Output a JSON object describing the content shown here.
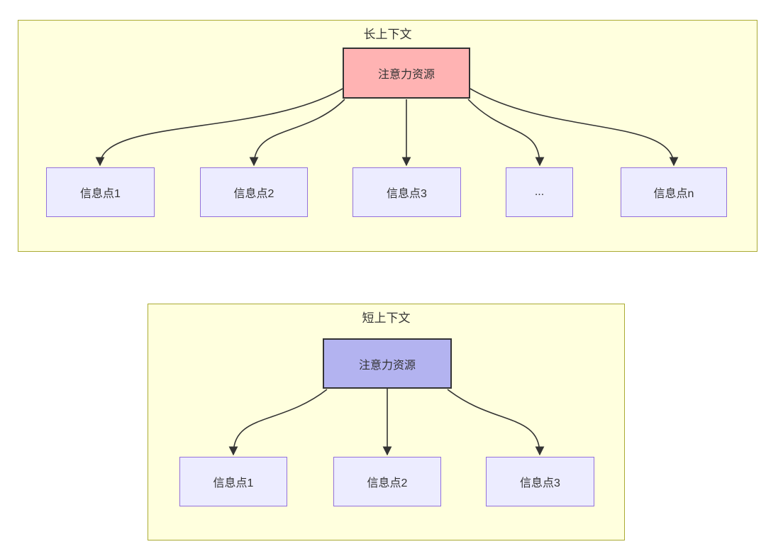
{
  "colors": {
    "page_bg": "#ffffff",
    "cluster_fill": "#ffffde",
    "cluster_border": "#aaaa33",
    "node_fill": "#ececff",
    "node_border": "#9370db",
    "source_long_fill": "#ffb3b3",
    "source_short_fill": "#b3b3f0",
    "source_border": "#333333",
    "edge_color": "#333333",
    "text_color": "#333333"
  },
  "long_context": {
    "title": "长上下文",
    "source_label": "注意力资源",
    "targets": [
      {
        "label": "信息点1"
      },
      {
        "label": "信息点2"
      },
      {
        "label": "信息点3"
      },
      {
        "label": "..."
      },
      {
        "label": "信息点n"
      }
    ]
  },
  "short_context": {
    "title": "短上下文",
    "source_label": "注意力资源",
    "targets": [
      {
        "label": "信息点1"
      },
      {
        "label": "信息点2"
      },
      {
        "label": "信息点3"
      }
    ]
  }
}
